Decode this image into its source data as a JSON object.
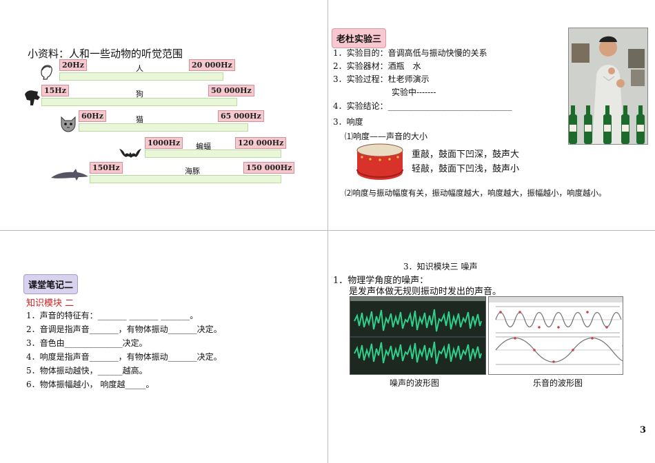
{
  "page_number": "3",
  "hearing": {
    "title": "小资料：人和一些动物的听觉范围",
    "rows": [
      {
        "name": "人",
        "low": "20Hz",
        "high": "20 000Hz",
        "icon": "human-head-icon"
      },
      {
        "name": "狗",
        "low": "15Hz",
        "high": "50 000Hz",
        "icon": "dog-icon"
      },
      {
        "name": "猫",
        "low": "60Hz",
        "high": "65 000Hz",
        "icon": "cat-icon"
      },
      {
        "name": "蝙蝠",
        "low": "1000Hz",
        "high": "120 000Hz",
        "icon": "bat-icon"
      },
      {
        "name": "海豚",
        "low": "150Hz",
        "high": "150 000Hz",
        "icon": "dolphin-icon"
      }
    ]
  },
  "experiment": {
    "title": "老杜实验三",
    "items": [
      "1．实验目的：音调高低与振动快慢的关系",
      "2．实验器材：酒瓶　水",
      "3．实验过程：杜老师演示",
      "实验中-------",
      "4．实验结论：______________________________"
    ],
    "loudness_heading": "3．响度",
    "loudness_sub": "⑴响度——声音的大小",
    "drum_line1": "重敲，鼓面下凹深，鼓声大",
    "drum_line2": "轻敲，鼓面下凹浅，鼓声小",
    "conclusion": "⑵响度与振动幅度有关，振动幅度越大，响度越大，振幅越小，响度越小。"
  },
  "notes": {
    "title": "课堂笔记二",
    "module": "知识模块 二",
    "lines": [
      "1．声音的特征有：_______  _______  _______。",
      "2．音调是指声音_______，有物体振动_______决定。",
      "3．音色由______________决定。",
      "4．响度是指声音_______，有物体振动_______决定。",
      "5．物体振动越快，______越高。",
      "6．物体振幅越小， 响度越_____。"
    ]
  },
  "noise": {
    "heading": "3．知识模块三 噪声",
    "item1": "1．物理学角度的噪声：",
    "item1_desc": "是发声体做无规则振动时发出的声音。",
    "caption_noise": "噪声的波形图",
    "caption_music": "乐音的波形图"
  },
  "colors": {
    "freq_box": "#f6c9cf",
    "bar": "#e9f7d8",
    "experiment_badge": "#f8c8d0",
    "notes_badge": "#d9d2ee",
    "module_red": "#d42020",
    "noise_wave": "#2fd08a"
  }
}
